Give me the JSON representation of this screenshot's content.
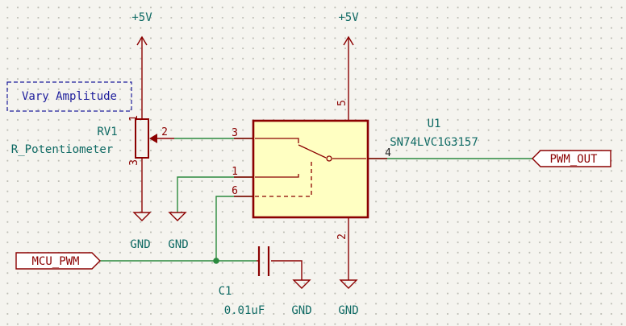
{
  "note": {
    "text": "Vary Amplitude"
  },
  "rv1": {
    "ref": "RV1",
    "value": "R_Potentiometer",
    "pin1": "1",
    "pin2": "2",
    "pin3": "3"
  },
  "u1": {
    "ref": "U1",
    "value": "SN74LVC1G3157",
    "pin1": "1",
    "pin2": "2",
    "pin3": "3",
    "pin4": "4",
    "pin5": "5",
    "pin6": "6"
  },
  "c1": {
    "ref": "C1",
    "value": "0.01uF"
  },
  "power": {
    "vcc_left": "+5V",
    "vcc_right": "+5V",
    "gnd_rv1": "GND",
    "gnd_u1_pin1": "GND",
    "gnd_c1": "GND",
    "gnd_u1": "GND"
  },
  "labels": {
    "mcu_pwm": "MCU_PWM",
    "pwm_out": "PWM_OUT"
  },
  "colors": {
    "wire": "#2b8a3e",
    "component": "#8b0000",
    "body_fill": "#ffffc2",
    "text": "#0f6a64",
    "note": "#1e1e9c"
  }
}
